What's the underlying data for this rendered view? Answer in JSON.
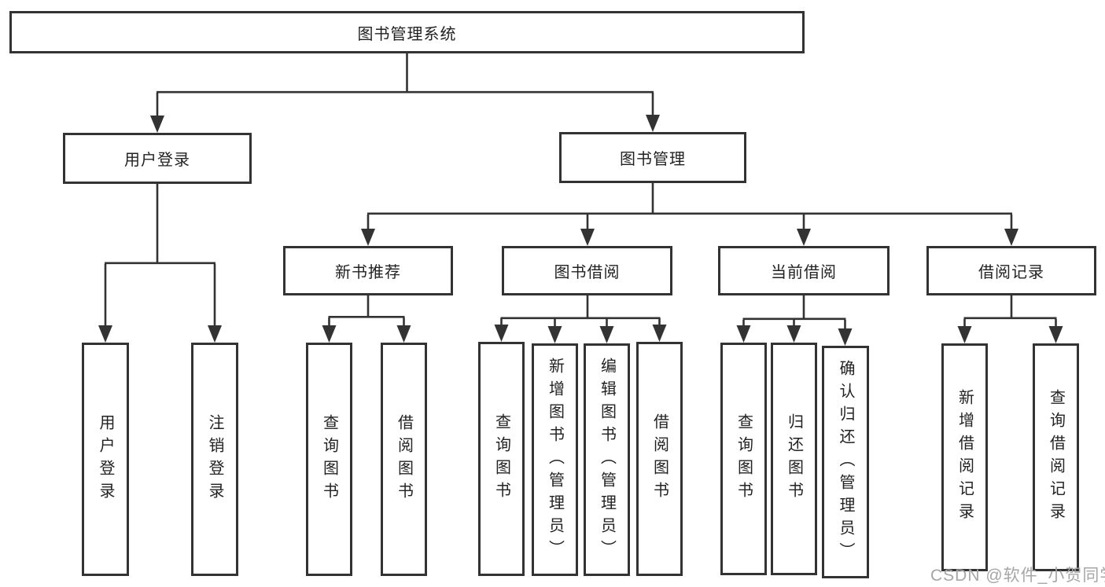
{
  "diagram": {
    "type": "tree-structure-diagram",
    "title": "图书管理系统",
    "line_color": "#333333",
    "box_border_color": "#333333",
    "text_color": "#222222",
    "background_color": "#ffffff",
    "watermark": {
      "text": "CSDN @软件_小贺同学",
      "color": "#a6a6a6"
    },
    "nodes": {
      "root": "图书管理系统",
      "login": "用户登录",
      "manage": "图书管理",
      "login_user": "用户登录",
      "login_logout": "注销登录",
      "rec": "新书推荐",
      "borrow": "图书借阅",
      "current": "当前借阅",
      "records": "借阅记录",
      "rec_query": "查询图书",
      "rec_borrow": "借阅图书",
      "bor_query": "查询图书",
      "bor_add": "新增图书（管理员）",
      "bor_edit": "编辑图书（管理员）",
      "bor_lend": "借阅图书",
      "cur_query": "查询图书",
      "cur_return": "归还图书",
      "cur_confirm": "确认归还（管理员）",
      "recd_add": "新增借阅记录",
      "recd_query": "查询借阅记录"
    },
    "hierarchy": {
      "图书管理系统": {
        "用户登录": [
          "用户登录",
          "注销登录"
        ],
        "图书管理": {
          "新书推荐": [
            "查询图书",
            "借阅图书"
          ],
          "图书借阅": [
            "查询图书",
            "新增图书（管理员）",
            "编辑图书（管理员）",
            "借阅图书"
          ],
          "当前借阅": [
            "查询图书",
            "归还图书",
            "确认归还（管理员）"
          ],
          "借阅记录": [
            "新增借阅记录",
            "查询借阅记录"
          ]
        }
      }
    }
  }
}
